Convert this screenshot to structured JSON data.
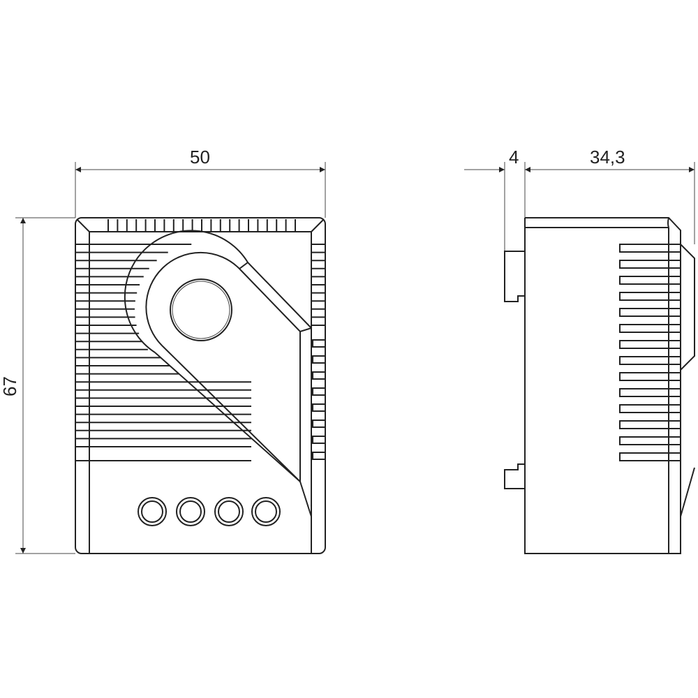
{
  "dimensions": {
    "front_width": "50",
    "front_height": "67",
    "side_clip_depth": "4",
    "side_depth": "34,3"
  },
  "colors": {
    "line": "#222222",
    "background": "#ffffff"
  }
}
